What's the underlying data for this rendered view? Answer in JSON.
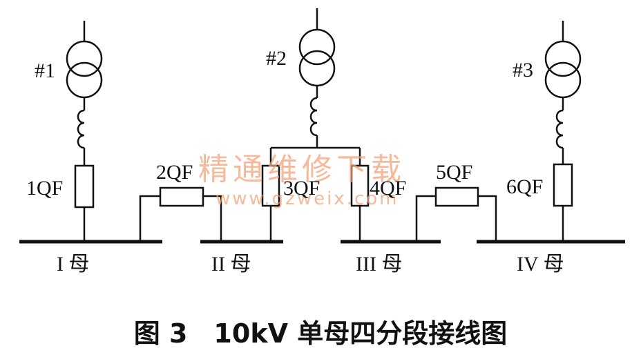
{
  "transformers": [
    {
      "label": "#1"
    },
    {
      "label": "#2"
    },
    {
      "label": "#3"
    }
  ],
  "breakers": [
    {
      "label": "1QF"
    },
    {
      "label": "2QF"
    },
    {
      "label": "3QF"
    },
    {
      "label": "4QF"
    },
    {
      "label": "5QF"
    },
    {
      "label": "6QF"
    }
  ],
  "buses": [
    {
      "label": "I 母"
    },
    {
      "label": "II 母"
    },
    {
      "label": "III 母"
    },
    {
      "label": "IV 母"
    }
  ],
  "watermark": {
    "line1": "精通维修下载",
    "line2": "www.gzweix.com"
  },
  "caption": "图 3　10kV 单母四分段接线图",
  "colors": {
    "line": "#111111",
    "watermark": "#f2a37a"
  }
}
